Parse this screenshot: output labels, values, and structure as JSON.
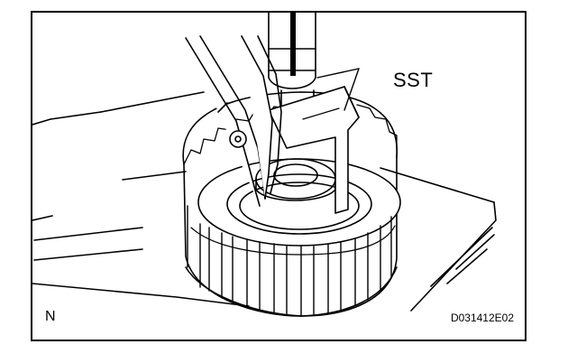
{
  "diagram": {
    "callout_label": "SST",
    "corner_mark": "N",
    "figure_code": "D031412E02"
  }
}
